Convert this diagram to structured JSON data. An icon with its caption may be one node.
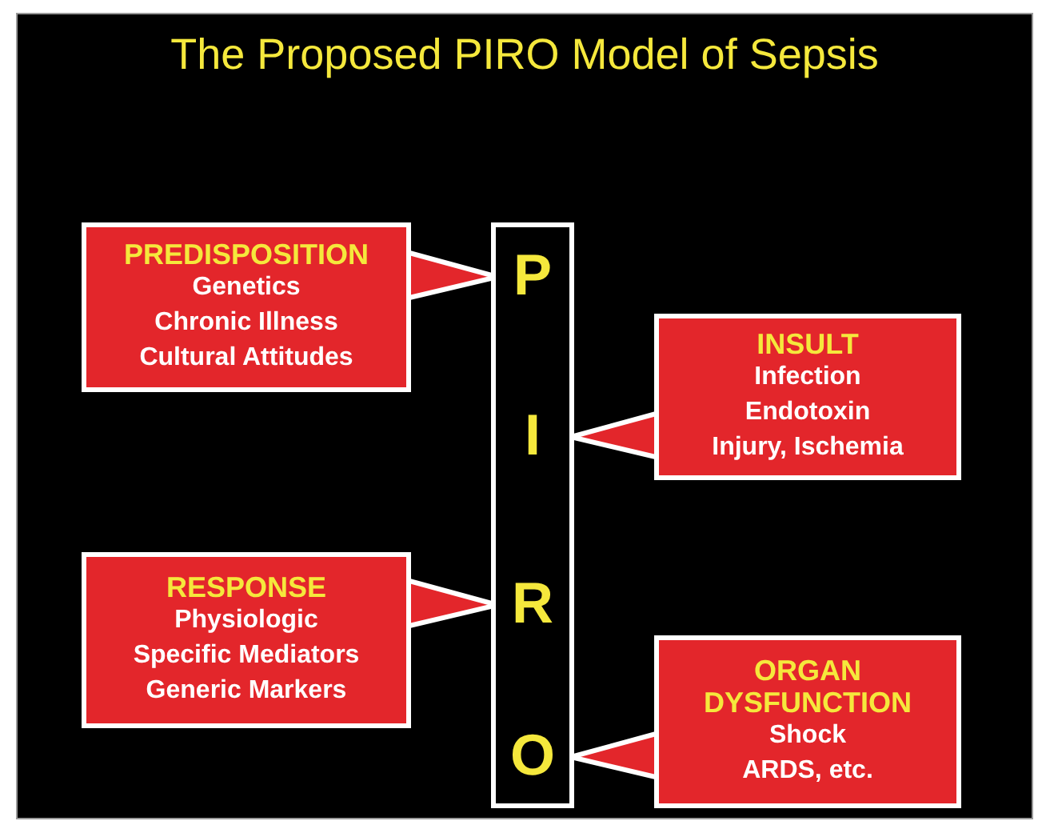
{
  "diagram": {
    "title": "The Proposed PIRO Model of Sepsis",
    "nodes": [
      {
        "text": [],
        "shape": "bar"
      },
      {
        "text": [
          "P"
        ],
        "in": 0
      },
      {
        "text": [
          "I"
        ],
        "in": 0
      },
      {
        "text": [
          "R"
        ],
        "in": 0
      },
      {
        "text": [
          "O"
        ],
        "in": 0
      },
      {
        "text": [
          "PREDISPOSITION",
          "Genetics",
          "Chronic Illness",
          "Cultural Attitudes"
        ]
      },
      {
        "text": [
          "INSULT",
          "Infection",
          "Endotoxin",
          "Injury, Ischemia"
        ]
      },
      {
        "text": [
          "RESPONSE",
          "Physiologic",
          "Specific Mediators",
          "Generic Markers"
        ]
      },
      {
        "text": [
          "ORGAN DYSFUNCTION",
          "Shock",
          "ARDS, etc."
        ]
      }
    ],
    "edges": [
      {
        "from": 5,
        "to": 1,
        "arrow": "none"
      },
      {
        "from": 6,
        "to": 2,
        "arrow": "none"
      },
      {
        "from": 7,
        "to": 3,
        "arrow": "none"
      },
      {
        "from": 8,
        "to": 4,
        "arrow": "none"
      }
    ]
  }
}
